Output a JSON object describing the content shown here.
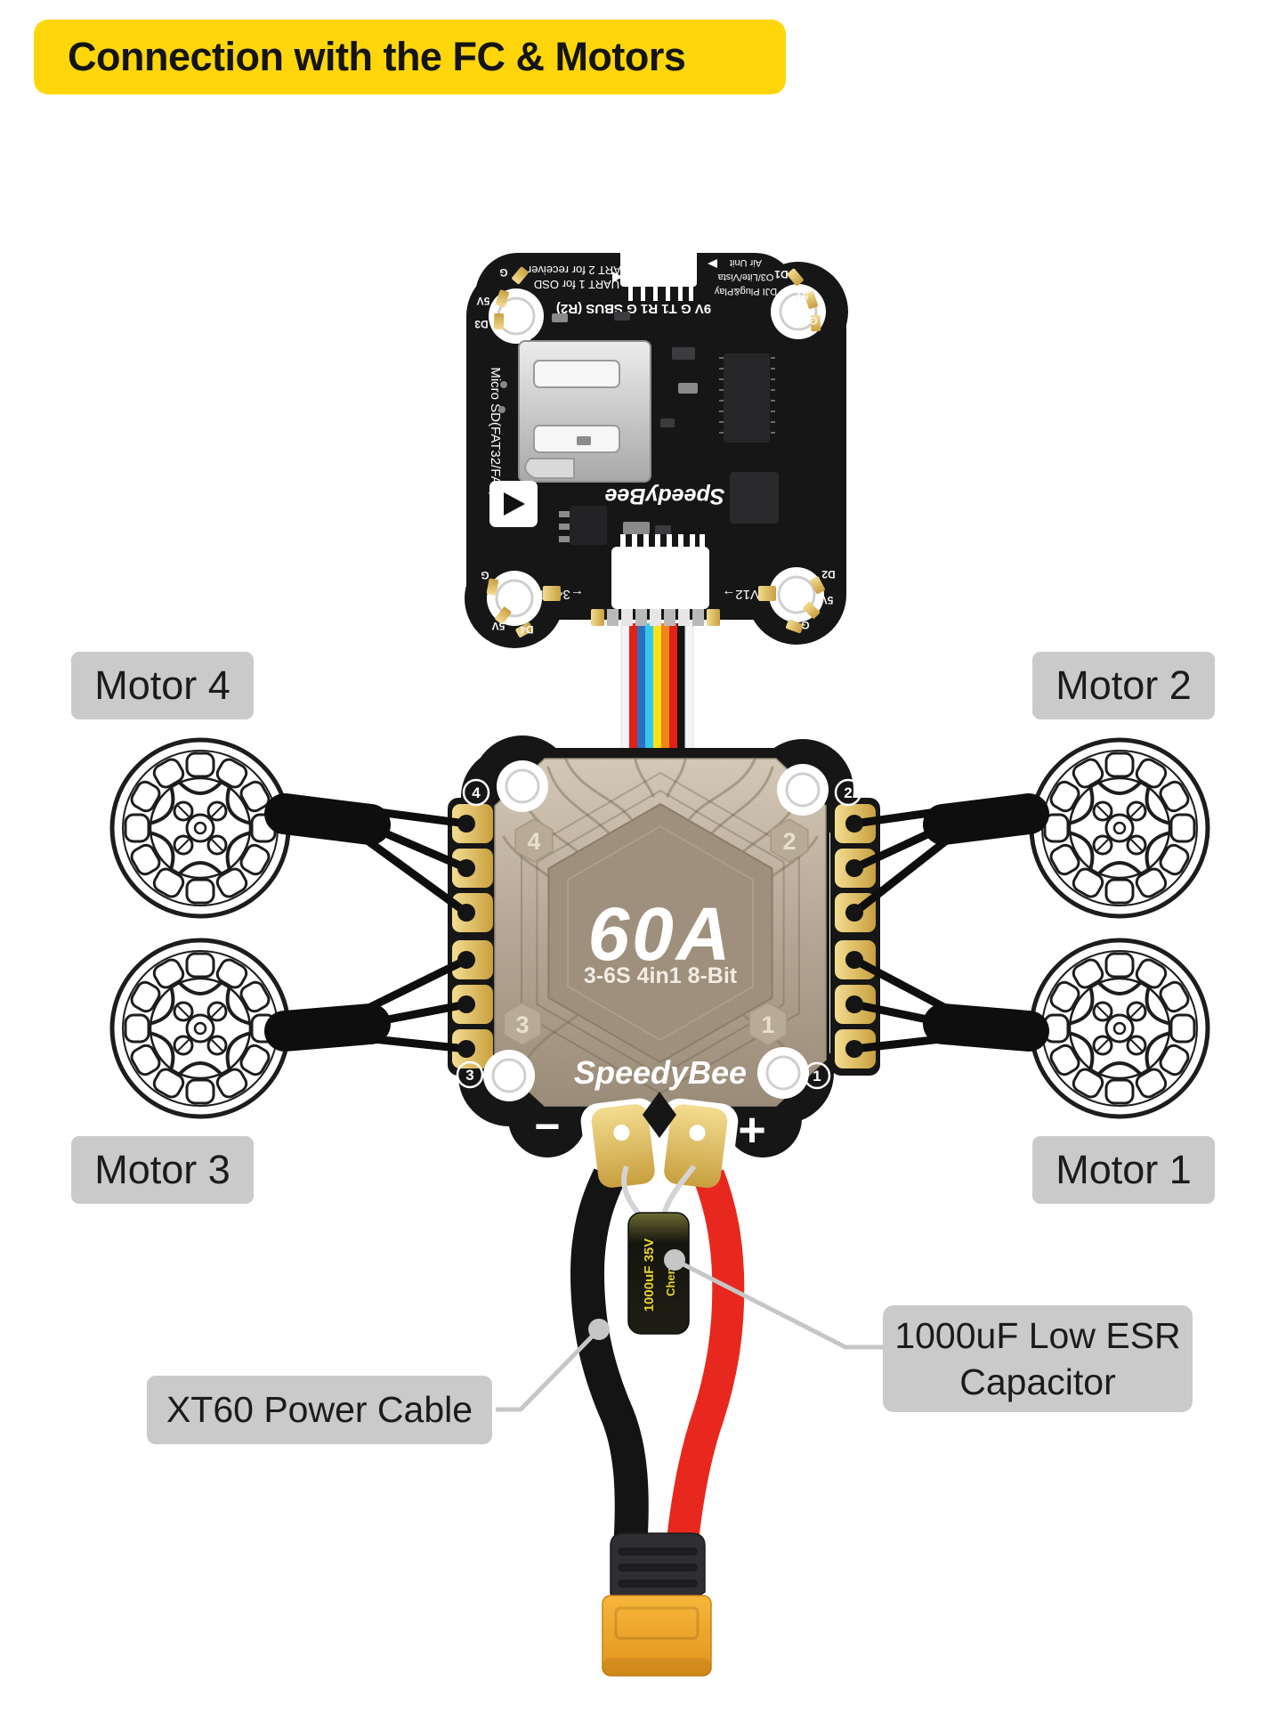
{
  "title": "Connection with the FC & Motors",
  "fc": {
    "brand": "SpeedyBee",
    "silk": {
      "uart2": "UART 2 for receiver",
      "uart1": "UART 1 for OSD",
      "pin_row": "9V G T1 R1 G SBUS (R2)",
      "micro_sd": "Micro SD(FAT32/FAT)",
      "dji1": "DJI Plug&Play",
      "dji2": "O3/Lite/Vista",
      "dji3": "Air Unit",
      "pad_34ct": "←34CT",
      "pad_gv12": "GV12→",
      "tl": [
        "G",
        "5V",
        "D3"
      ],
      "tr": [
        "D1",
        "5V",
        "G"
      ],
      "bl": [
        "G",
        "5V",
        "D4"
      ],
      "br": [
        "D2",
        "5V",
        "G"
      ]
    }
  },
  "esc": {
    "brand": "SpeedyBee",
    "current": "60A",
    "spec": "3-6S 4in1 8-Bit",
    "ring": {
      "tl": "4",
      "tr": "2",
      "bl": "3",
      "br": "1"
    },
    "hex": {
      "tl": "4",
      "tr": "2",
      "bl": "3",
      "br": "1"
    },
    "minus": "−",
    "plus": "+"
  },
  "motors": {
    "m4": "Motor 4",
    "m2": "Motor 2",
    "m3": "Motor 3",
    "m1": "Motor 1"
  },
  "callouts": {
    "xt60": "XT60 Power Cable",
    "cap1": "1000uF Low ESR",
    "cap2": "Capacitor"
  },
  "capacitor": {
    "value": "1000uF 35V",
    "brand": "Chengx"
  },
  "colors": {
    "banner_yellow": "#FFD60A",
    "label_gray": "#CACACA",
    "callout_gray": "#C6C6C6",
    "pcb_black": "#161616",
    "heatsink_tan": "#B3A593",
    "pad_gold": "#E3C06A",
    "wire_red": "#E8281E",
    "wire_black": "#141414",
    "xt60_yellow": "#F2A92D",
    "ribbon": [
      "#F4F4F4",
      "#E32119",
      "#2C6FC0",
      "#31C7EE",
      "#FDE117",
      "#F08418",
      "#E32119",
      "#141414",
      "#F4F4F4"
    ]
  }
}
